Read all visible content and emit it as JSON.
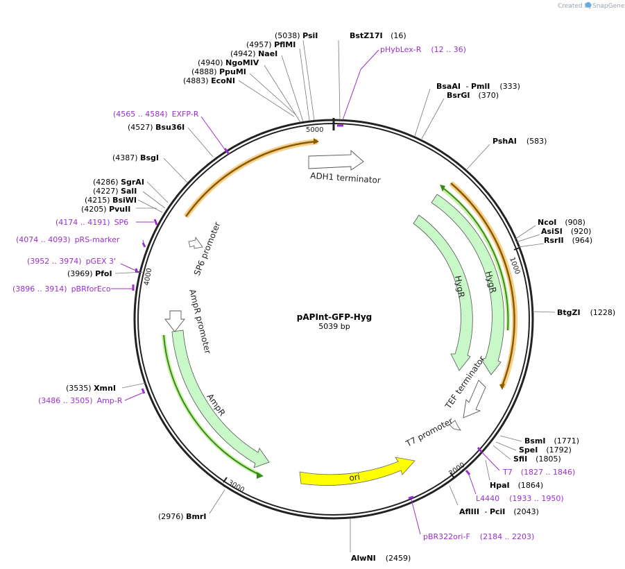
{
  "header": {
    "credit_prefix": "Created by",
    "credit_brand": "SnapGene"
  },
  "plasmid": {
    "name": "pAPInt-GFP-Hyg",
    "size": "5039 bp"
  },
  "ticks": [
    "5000",
    "1000",
    "2000",
    "3000",
    "4000"
  ],
  "features": {
    "adh1_terminator": "ADH1 terminator",
    "hygr_inner": "HygR",
    "hygr_outer": "HygR",
    "tef_terminator": "TEF terminator",
    "t7_promoter": "T7 promoter",
    "ori": "ori",
    "ampr": "AmpR",
    "ampr_promoter": "AmpR promoter",
    "sp6_promoter": "SP6 promoter"
  },
  "enzymes": [
    {
      "name": "PsiI",
      "pos": "(5038)"
    },
    {
      "name": "BstZ17I",
      "pos": "(16)"
    },
    {
      "name": "PflMI",
      "pos": "(4957)"
    },
    {
      "name": "NaeI",
      "pos": "(4942)"
    },
    {
      "name": "NgoMIV",
      "pos": "(4940)"
    },
    {
      "name": "PpuMI",
      "pos": "(4888)"
    },
    {
      "name": "EcoNI",
      "pos": "(4883)"
    },
    {
      "name": "BsaAI",
      "sep": "-",
      "name2": "PmlI",
      "pos": "(333)"
    },
    {
      "name": "BsrGI",
      "pos": "(370)"
    },
    {
      "name": "Bsu36I",
      "pos": "(4527)"
    },
    {
      "name": "PshAI",
      "pos": "(583)"
    },
    {
      "name": "BsgI",
      "pos": "(4387)"
    },
    {
      "name": "SgrAI",
      "pos": "(4286)"
    },
    {
      "name": "SalI",
      "pos": "(4227)"
    },
    {
      "name": "BsiWI",
      "pos": "(4215)"
    },
    {
      "name": "PvuII",
      "pos": "(4205)"
    },
    {
      "name": "NcoI",
      "pos": "(908)"
    },
    {
      "name": "AsiSI",
      "pos": "(920)"
    },
    {
      "name": "RsrII",
      "pos": "(964)"
    },
    {
      "name": "PfoI",
      "pos": "(3969)"
    },
    {
      "name": "BtgZI",
      "pos": "(1228)"
    },
    {
      "name": "XmnI",
      "pos": "(3535)"
    },
    {
      "name": "BsmI",
      "pos": "(1771)"
    },
    {
      "name": "SpeI",
      "pos": "(1792)"
    },
    {
      "name": "SfiI",
      "pos": "(1805)"
    },
    {
      "name": "HpaI",
      "pos": "(1864)"
    },
    {
      "name": "AflIII",
      "sep": "-",
      "name2": "PciI",
      "pos": "(2043)"
    },
    {
      "name": "BmrI",
      "pos": "(2976)"
    },
    {
      "name": "AlwNI",
      "pos": "(2459)"
    }
  ],
  "primers": [
    {
      "name": "pHybLex-R",
      "range": "(12 .. 36)"
    },
    {
      "name": "EXFP-R",
      "range": "(4565 .. 4584)"
    },
    {
      "name": "SP6",
      "range": "(4174 .. 4191)"
    },
    {
      "name": "pRS-marker",
      "range": "(4074 .. 4093)"
    },
    {
      "name": "pGEX 3'",
      "range": "(3952 .. 3974)"
    },
    {
      "name": "pBRforEco",
      "range": "(3896 .. 3914)"
    },
    {
      "name": "Amp-R",
      "range": "(3486 .. 3505)"
    },
    {
      "name": "T7",
      "range": "(1827 .. 1846)"
    },
    {
      "name": "L4440",
      "range": "(1933 .. 1950)"
    },
    {
      "name": "pBR322ori-F",
      "range": "(2184 .. 2203)"
    }
  ],
  "colors": {
    "backbone": "#222222",
    "primer": "#9a2fd0",
    "orange_feature": "#f5a623",
    "green_feature": "#c8f5c8",
    "green_outline": "#3a8a1a",
    "ori": "#ffff00"
  }
}
